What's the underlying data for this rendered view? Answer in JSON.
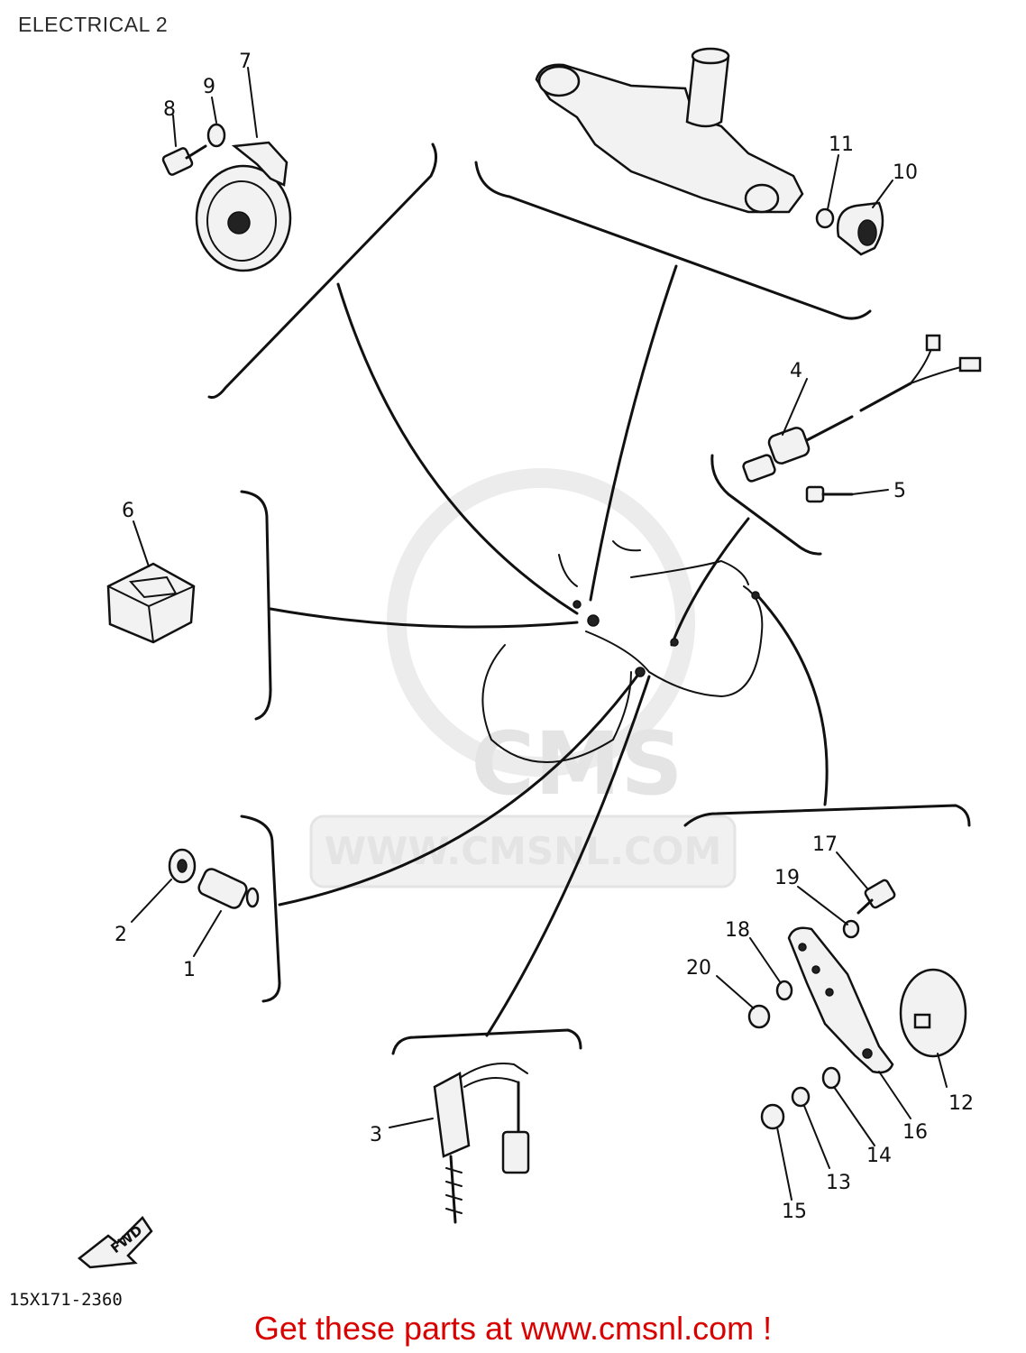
{
  "title": "ELECTRICAL 2",
  "diagram_code": "15X171-2360",
  "fwd_label": "FWD",
  "watermark": {
    "logo_text": "CMS",
    "url_text": "WWW.CMSNL.COM"
  },
  "footer": {
    "link_text": "Get these parts at www.cmsnl.com !",
    "color": "#d90000"
  },
  "callouts": [
    "1",
    "2",
    "3",
    "4",
    "5",
    "6",
    "7",
    "8",
    "9",
    "10",
    "11",
    "12",
    "13",
    "14",
    "15",
    "16",
    "17",
    "18",
    "19",
    "20"
  ]
}
